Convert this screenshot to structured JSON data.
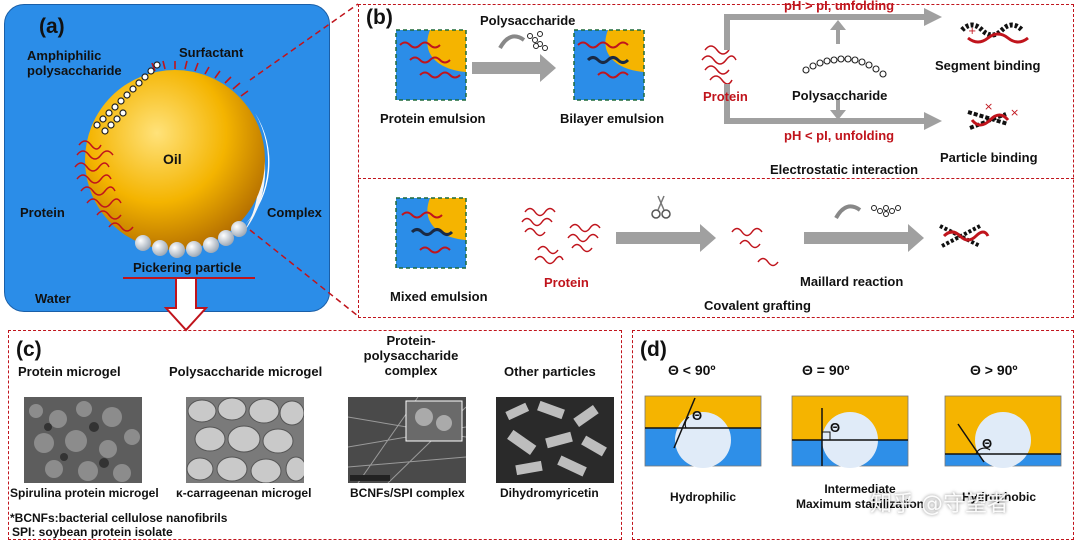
{
  "panel_a": {
    "letter": "(a)",
    "amphiphilic": "Amphiphilic\npolysaccharide",
    "surfactant": "Surfactant",
    "oil": "Oil",
    "protein": "Protein",
    "complex": "Complex",
    "pickering": "Pickering particle",
    "water": "Water",
    "colors": {
      "water": "#2b8de8",
      "oil": "#f2a900",
      "protein": "#c0141c"
    }
  },
  "panel_b": {
    "letter": "(b)",
    "polysaccharide_top": "Polysaccharide",
    "protein_emulsion": "Protein emulsion",
    "bilayer_emulsion": "Bilayer emulsion",
    "protein": "Protein",
    "polysaccharide_mid": "Polysaccharide",
    "ph_gt": "pH > pI, unfolding",
    "ph_lt": "pH < pI, unfolding",
    "segment_binding": "Segment binding",
    "particle_binding": "Particle binding",
    "electrostatic": "Electrostatic interaction",
    "mixed_emulsion": "Mixed emulsion",
    "protein_bottom": "Protein",
    "maillard": "Maillard reaction",
    "covalent": "Covalent grafting"
  },
  "panel_c": {
    "letter": "(c)",
    "headers": [
      "Protein microgel",
      "Polysaccharide microgel",
      "Protein-\npolysaccharide\ncomplex",
      "Other particles"
    ],
    "captions": [
      "Spirulina protein microgel",
      "κ-carrageenan microgel",
      "BCNFs/SPI complex",
      "Dihydromyricetin"
    ],
    "footnote1": "*BCNFs:bacterial cellulose nanofibrils",
    "footnote2": "SPI: soybean protein isolate"
  },
  "panel_d": {
    "letter": "(d)",
    "angles": [
      "Θ < 90º",
      "Θ = 90º",
      "Θ > 90º"
    ],
    "theta": "Θ",
    "hydrophilic": "Hydrophilic",
    "intermediate": "Intermediate\nMaximum stabilization",
    "hydrophobic": "Hydrophobic"
  },
  "watermark": "知乎 @守望者"
}
